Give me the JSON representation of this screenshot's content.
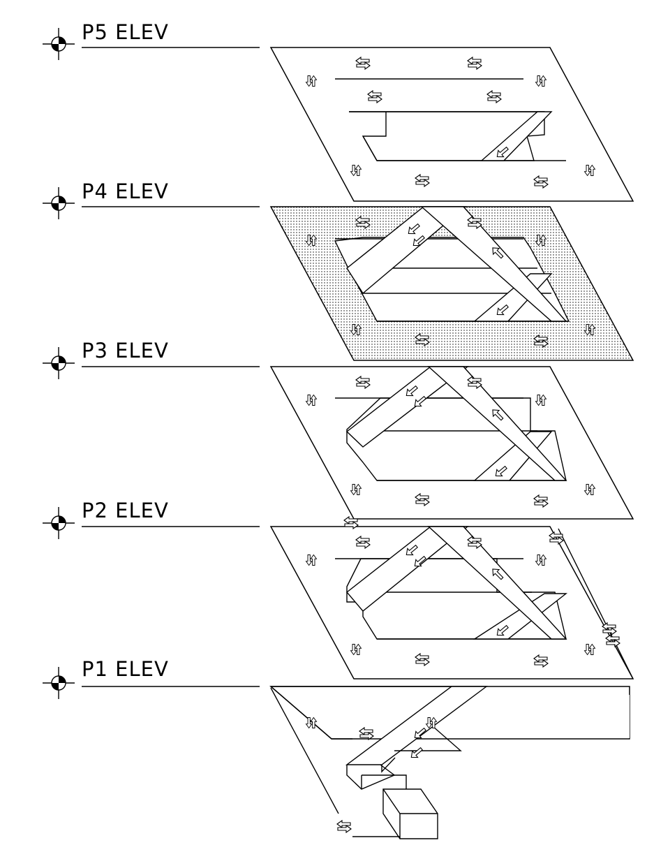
{
  "levels": [
    {
      "id": "p5",
      "label": "P5  ELEV",
      "shaded": false
    },
    {
      "id": "p4",
      "label": "P4  ELEV",
      "shaded": true
    },
    {
      "id": "p3",
      "label": "P3  ELEV",
      "shaded": false
    },
    {
      "id": "p2",
      "label": "P2  ELEV",
      "shaded": false
    },
    {
      "id": "p1",
      "label": "P1  ELEV",
      "shaded": false
    }
  ],
  "marker_icon": "datum-target-icon",
  "traffic_arrow_icon": "two-way-traffic-arrow-icon",
  "colors": {
    "line": "#000000",
    "background": "#ffffff",
    "shading": "#000000"
  }
}
